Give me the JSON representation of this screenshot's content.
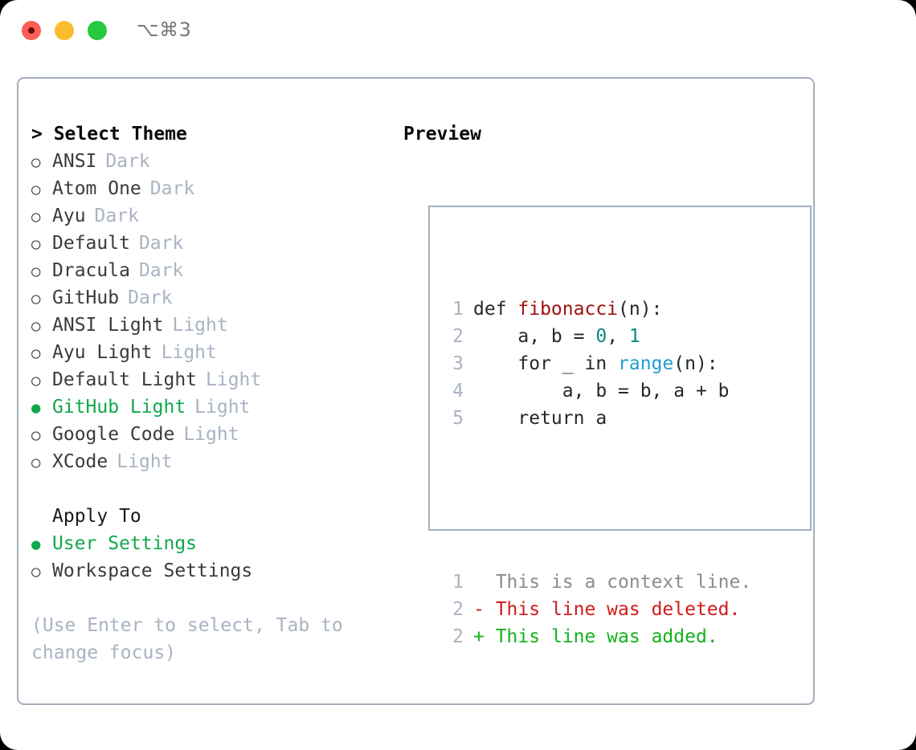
{
  "titlebar": {
    "shortcut": "⌥⌘3",
    "buttons": [
      "close",
      "minimize",
      "maximize"
    ]
  },
  "theme_picker": {
    "header": "> Select Theme",
    "items": [
      {
        "bullet": "○",
        "label": "ANSI",
        "tag": "Dark",
        "selected": false
      },
      {
        "bullet": "○",
        "label": "Atom One",
        "tag": "Dark",
        "selected": false
      },
      {
        "bullet": "○",
        "label": "Ayu",
        "tag": "Dark",
        "selected": false
      },
      {
        "bullet": "○",
        "label": "Default",
        "tag": "Dark",
        "selected": false
      },
      {
        "bullet": "○",
        "label": "Dracula",
        "tag": "Dark",
        "selected": false
      },
      {
        "bullet": "○",
        "label": "GitHub",
        "tag": "Dark",
        "selected": false
      },
      {
        "bullet": "○",
        "label": "ANSI Light",
        "tag": "Light",
        "selected": false
      },
      {
        "bullet": "○",
        "label": "Ayu Light",
        "tag": "Light",
        "selected": false
      },
      {
        "bullet": "○",
        "label": "Default Light",
        "tag": "Light",
        "selected": false
      },
      {
        "bullet": "●",
        "label": "GitHub Light",
        "tag": "Light",
        "selected": true
      },
      {
        "bullet": "○",
        "label": "Google Code",
        "tag": "Light",
        "selected": false
      },
      {
        "bullet": "○",
        "label": "XCode",
        "tag": "Light",
        "selected": false
      }
    ]
  },
  "apply_to": {
    "header": "Apply To",
    "items": [
      {
        "bullet": "●",
        "label": "User Settings",
        "selected": true
      },
      {
        "bullet": "○",
        "label": "Workspace Settings",
        "selected": false
      }
    ]
  },
  "hint": "(Use Enter to select, Tab to change focus)",
  "preview": {
    "header": "Preview",
    "code_lines": [
      {
        "no": "1",
        "tokens": [
          {
            "t": "def ",
            "c": "kw"
          },
          {
            "t": "fibonacci",
            "c": "fn"
          },
          {
            "t": "(n):",
            "c": "plain"
          }
        ]
      },
      {
        "no": "2",
        "tokens": [
          {
            "t": "    a, b = ",
            "c": "plain"
          },
          {
            "t": "0",
            "c": "num"
          },
          {
            "t": ", ",
            "c": "plain"
          },
          {
            "t": "1",
            "c": "num"
          }
        ]
      },
      {
        "no": "3",
        "tokens": [
          {
            "t": "    for _ in ",
            "c": "plain"
          },
          {
            "t": "range",
            "c": "call"
          },
          {
            "t": "(n):",
            "c": "plain"
          }
        ]
      },
      {
        "no": "4",
        "tokens": [
          {
            "t": "        a, b = b, a + b",
            "c": "plain"
          }
        ]
      },
      {
        "no": "5",
        "tokens": [
          {
            "t": "    return a",
            "c": "plain"
          }
        ]
      }
    ],
    "diff_lines": [
      {
        "no": "1",
        "marker": " ",
        "text": " This is a context line.",
        "kind": "ctx"
      },
      {
        "no": "2",
        "marker": "-",
        "text": " This line was deleted.",
        "kind": "del"
      },
      {
        "no": "2",
        "marker": "+",
        "text": " This line was added.",
        "kind": "add"
      }
    ]
  },
  "colors": {
    "accent_green": "#11a84b",
    "border": "#a3afbe",
    "muted": "#a9b3c2",
    "diff_add": "#12b21c",
    "diff_del": "#cf1b1b",
    "token_function": "#a01010",
    "token_number": "#0d8a80",
    "token_call": "#1f9ed1"
  }
}
